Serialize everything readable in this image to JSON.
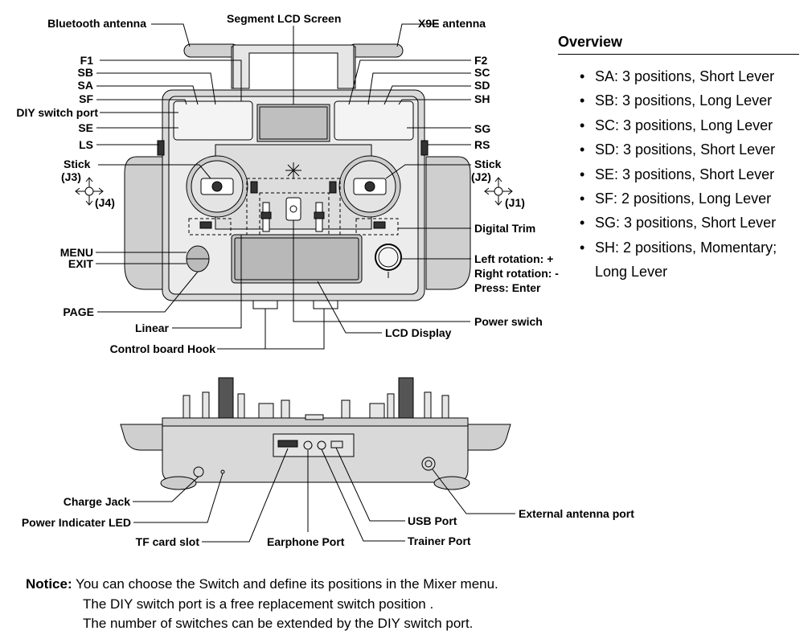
{
  "labels": {
    "bluetooth_antenna": "Bluetooth antenna",
    "segment_lcd": "Segment LCD Screen",
    "x9e_antenna": "X9E antenna",
    "f1": "F1",
    "sb": "SB",
    "sa": "SA",
    "sf": "SF",
    "diy_port": "DIY switch port",
    "se": "SE",
    "ls": "LS",
    "stick_left": "Stick",
    "j3": "(J3)",
    "j4": "(J4)",
    "f2": "F2",
    "sc": "SC",
    "sd": "SD",
    "sh": "SH",
    "sg": "SG",
    "rs": "RS",
    "stick_right": "Stick",
    "j2": "(J2)",
    "j1": "(J1)",
    "digital_trim": "Digital Trim",
    "menu": "MENU",
    "exit": "EXIT",
    "rotation_1": "Left rotation: +",
    "rotation_2": "Right rotation: -",
    "rotation_3": "Press: Enter",
    "page": "PAGE",
    "power_switch": "Power swich",
    "linear": "Linear",
    "lcd_display": "LCD Display",
    "control_hook": "Control board Hook",
    "charge_jack": "Charge Jack",
    "power_led": "Power Indicater LED",
    "tf_slot": "TF card slot",
    "earphone": "Earphone Port",
    "usb": "USB Port",
    "trainer": "Trainer Port",
    "ext_antenna": "External antenna port"
  },
  "overview": {
    "title": "Overview",
    "items": [
      "SA: 3 positions, Short Lever",
      "SB: 3 positions, Long Lever",
      "SC: 3 positions, Long Lever",
      "SD: 3 positions, Short Lever",
      "SE: 3 positions, Short Lever",
      "SF: 2 positions, Long Lever",
      "SG: 3 positions, Short Lever",
      "SH: 2 positions, Momentary;",
      "Long Lever"
    ]
  },
  "notice": {
    "heading": "Notice:",
    "line1": "You can choose the Switch and define its positions in the Mixer menu.",
    "line2": "The DIY switch port is a free replacement switch position .",
    "line3": "The number of switches can be extended by the DIY switch port."
  },
  "colors": {
    "body_fill": "#d9d9d9",
    "panel_fill": "#ececec",
    "shade": "#bdbdbd",
    "line": "#000000"
  }
}
